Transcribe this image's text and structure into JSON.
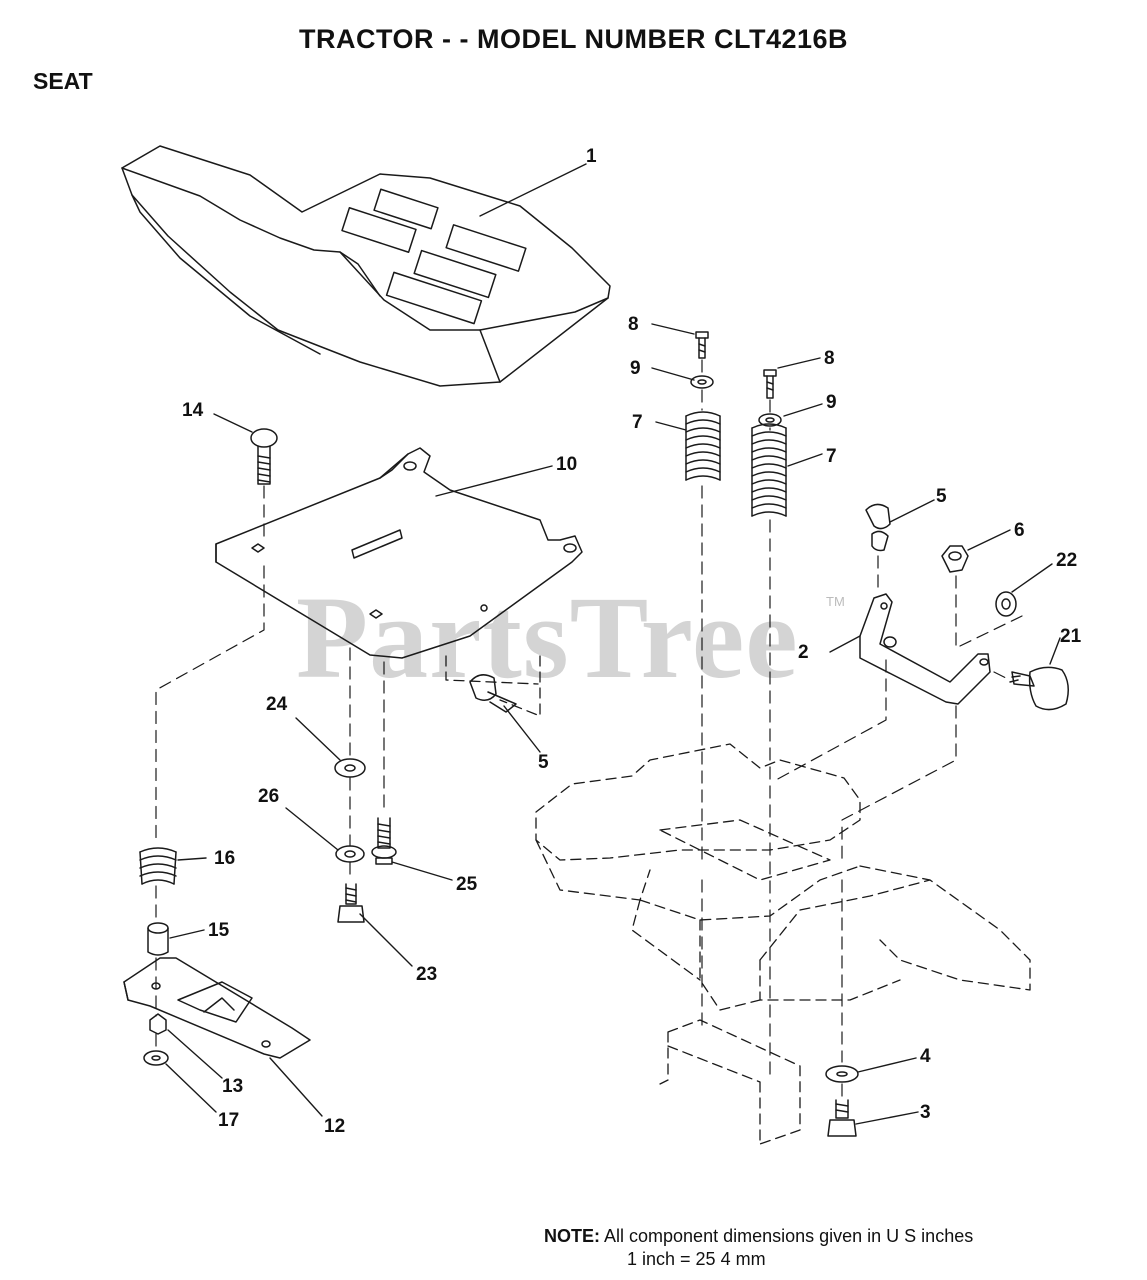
{
  "header": {
    "title": "TRACTOR - - MODEL NUMBER CLT4216B",
    "section": "SEAT"
  },
  "watermark": {
    "text": "PartsTree",
    "trademark": "TM"
  },
  "callouts": [
    "1",
    "14",
    "10",
    "8",
    "9",
    "7",
    "8",
    "9",
    "7",
    "5",
    "6",
    "22",
    "21",
    "2",
    "24",
    "5",
    "26",
    "25",
    "16",
    "15",
    "23",
    "4",
    "3",
    "13",
    "17",
    "12"
  ],
  "note": {
    "label": "NOTE:",
    "line1": "All component dimensions given in U S  inches",
    "line2": "1 inch = 25 4 mm"
  }
}
